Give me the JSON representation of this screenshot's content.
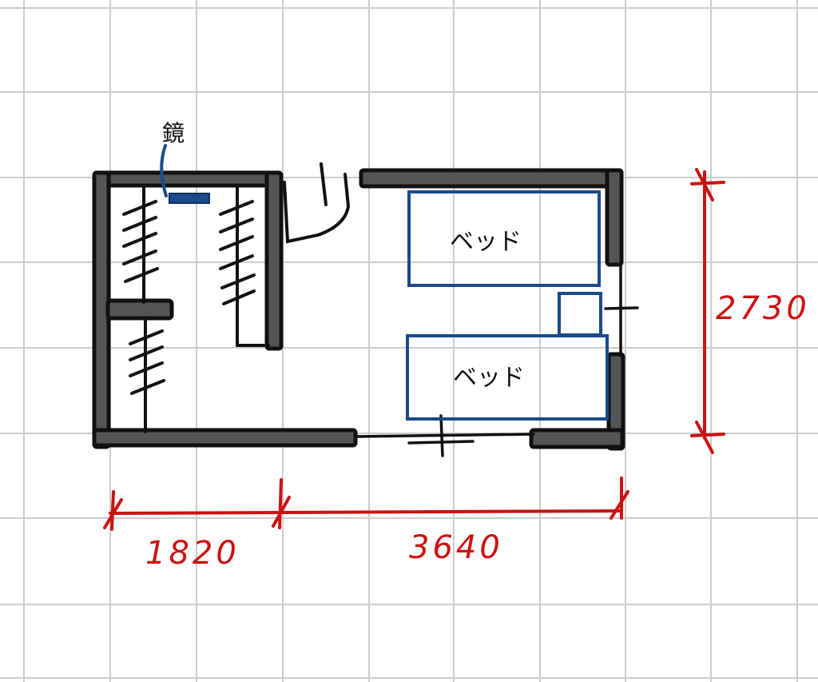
{
  "annotations": {
    "mirror": "鏡"
  },
  "furniture": {
    "bed_top": "ベッド",
    "bed_bottom": "ベッド"
  },
  "dimensions": {
    "closet_width": "1820",
    "room_width": "3640",
    "height": "2730"
  },
  "colors": {
    "grid": "#cccccc",
    "wall": "#555555",
    "wall_outline": "#111111",
    "furniture": "#1a4a8c",
    "dimension": "#cc1111"
  }
}
